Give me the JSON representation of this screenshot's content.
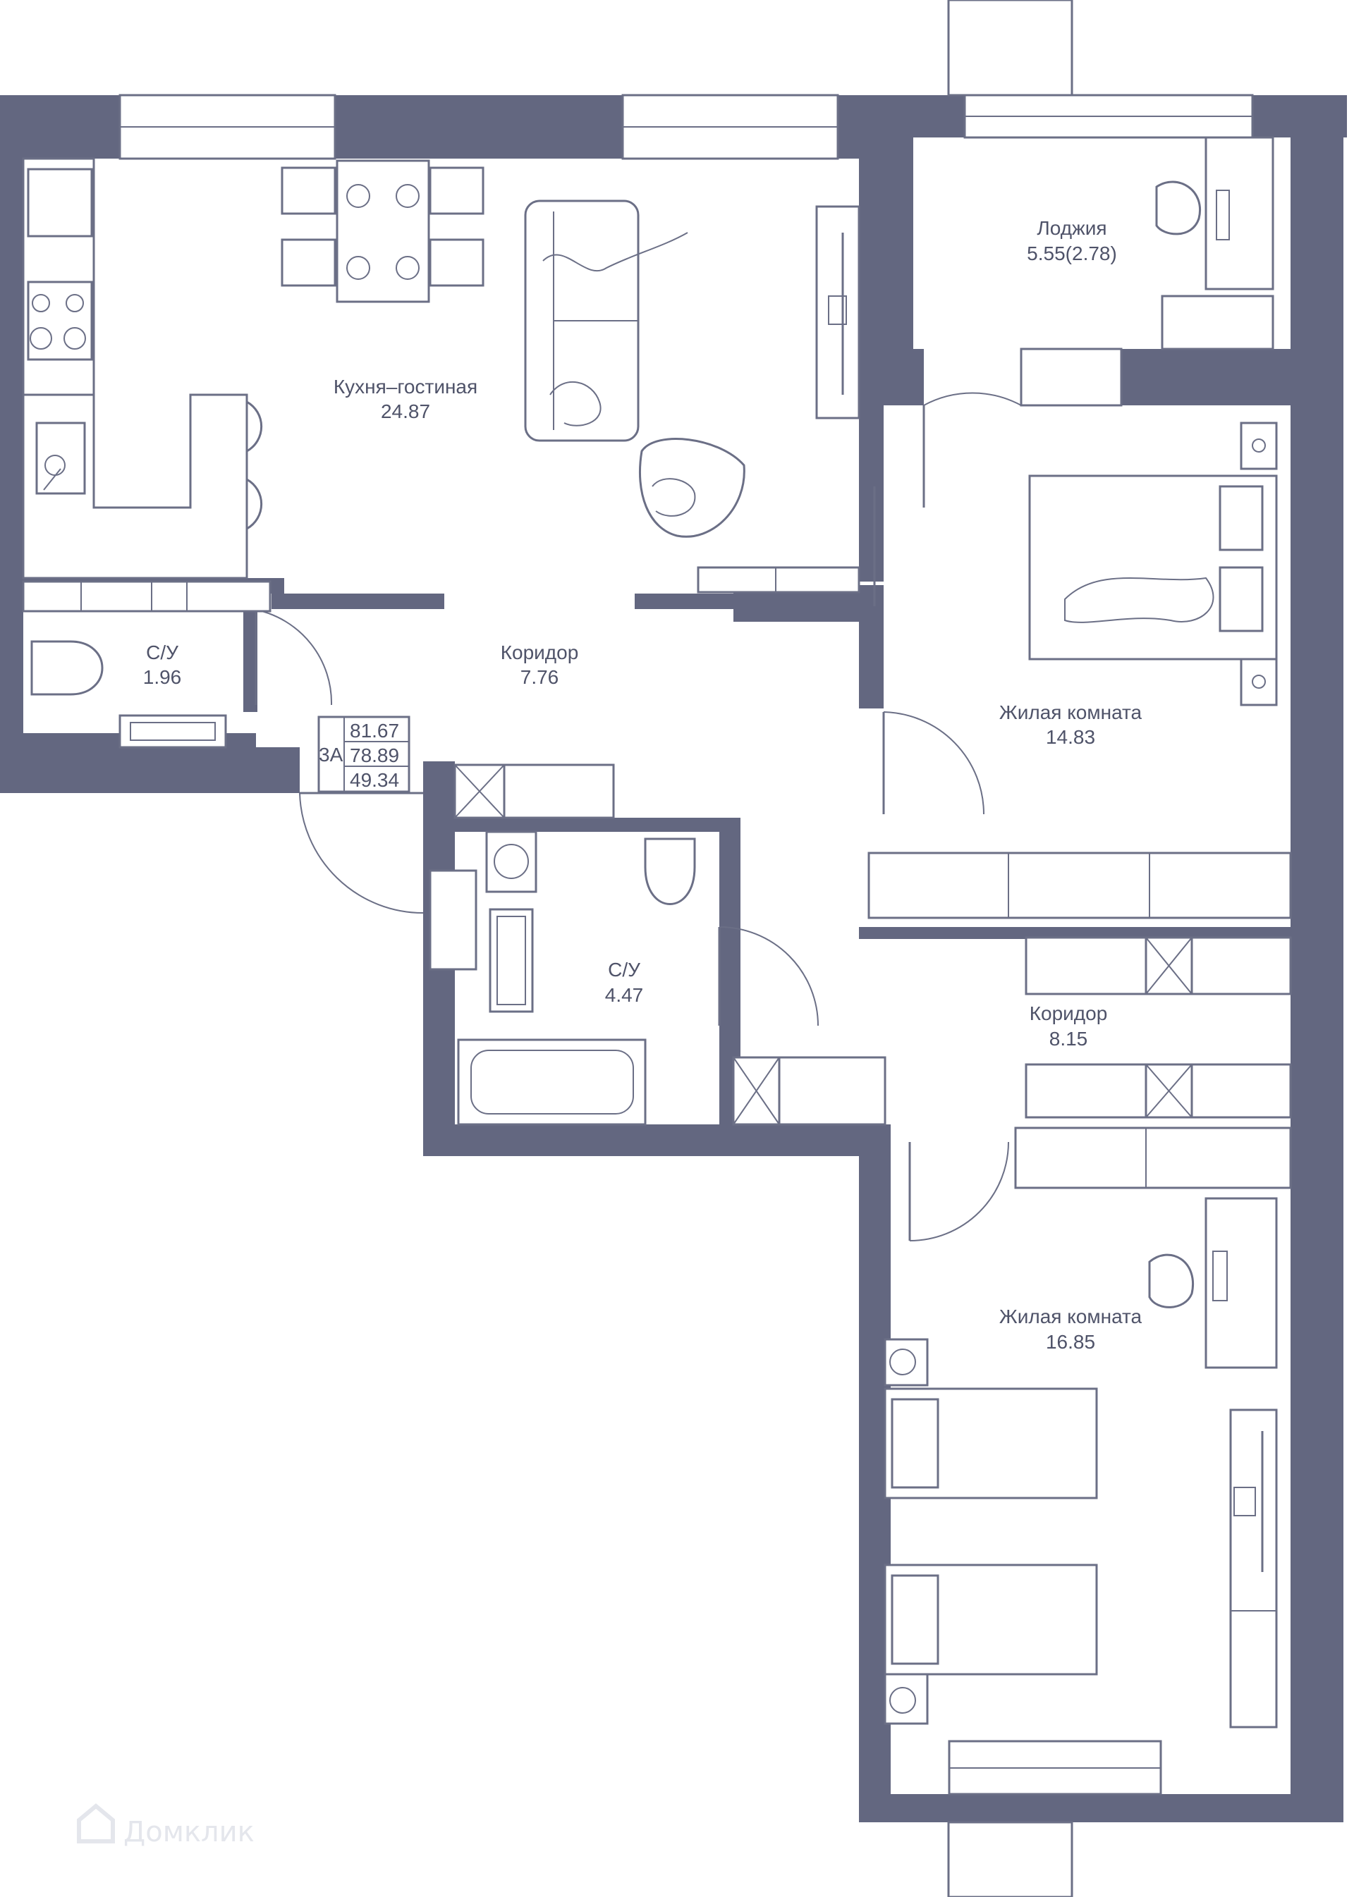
{
  "colors": {
    "wall": "#636780",
    "line": "#6b6f86",
    "text": "#4f5369",
    "background": "#ffffff",
    "watermark": "#e4e6ec"
  },
  "rooms": [
    {
      "id": "kitchen-living",
      "name": "Кухня–гостиная",
      "area": "24.87"
    },
    {
      "id": "bathroom-small",
      "name": "С/У",
      "area": "1.96"
    },
    {
      "id": "corridor-1",
      "name": "Коридор",
      "area": "7.76"
    },
    {
      "id": "loggia",
      "name": "Лоджия",
      "area": "5.55(2.78)"
    },
    {
      "id": "bedroom-1",
      "name": "Жилая комната",
      "area": "14.83"
    },
    {
      "id": "bathroom-large",
      "name": "С/У",
      "area": "4.47"
    },
    {
      "id": "corridor-2",
      "name": "Коридор",
      "area": "8.15"
    },
    {
      "id": "bedroom-2",
      "name": "Жилая комната",
      "area": "16.85"
    }
  ],
  "summary": {
    "type": "3А",
    "total_area": "81.67",
    "area_without_loggia": "78.89",
    "living_area": "49.34"
  },
  "watermark": {
    "text": "Домклик",
    "icon": "house-logo-icon"
  }
}
